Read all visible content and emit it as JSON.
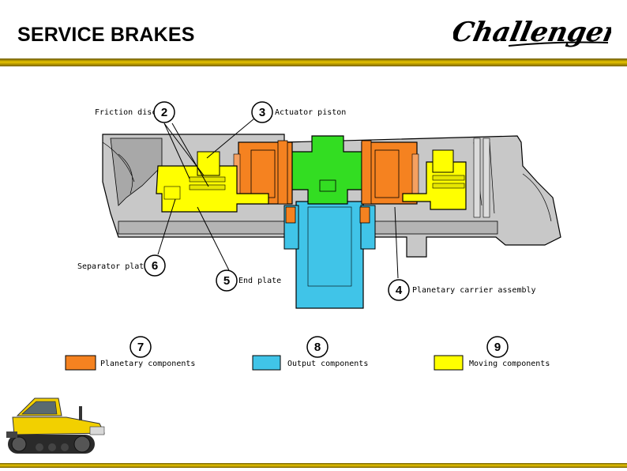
{
  "header": {
    "title": "SERVICE BRAKES",
    "brand": "Challenger"
  },
  "colors": {
    "planetary": "#f58220",
    "output": "#40c4e8",
    "moving": "#ffff00",
    "hub": "#33dd22",
    "housing": "#c8c8c8",
    "bar_accent": "#d4a800"
  },
  "callouts": [
    {
      "number": "2",
      "label": "Friction discs"
    },
    {
      "number": "3",
      "label": "Actuator piston"
    },
    {
      "number": "6",
      "label": "Separator plate"
    },
    {
      "number": "5",
      "label": "End plate"
    },
    {
      "number": "4",
      "label": "Planetary carrier assembly"
    }
  ],
  "legend": [
    {
      "number": "7",
      "label": "Planetary components"
    },
    {
      "number": "8",
      "label": "Output components"
    },
    {
      "number": "9",
      "label": "Moving components"
    }
  ],
  "icons": {
    "logo": "challenger-logo",
    "tractor": "tractor-image"
  }
}
